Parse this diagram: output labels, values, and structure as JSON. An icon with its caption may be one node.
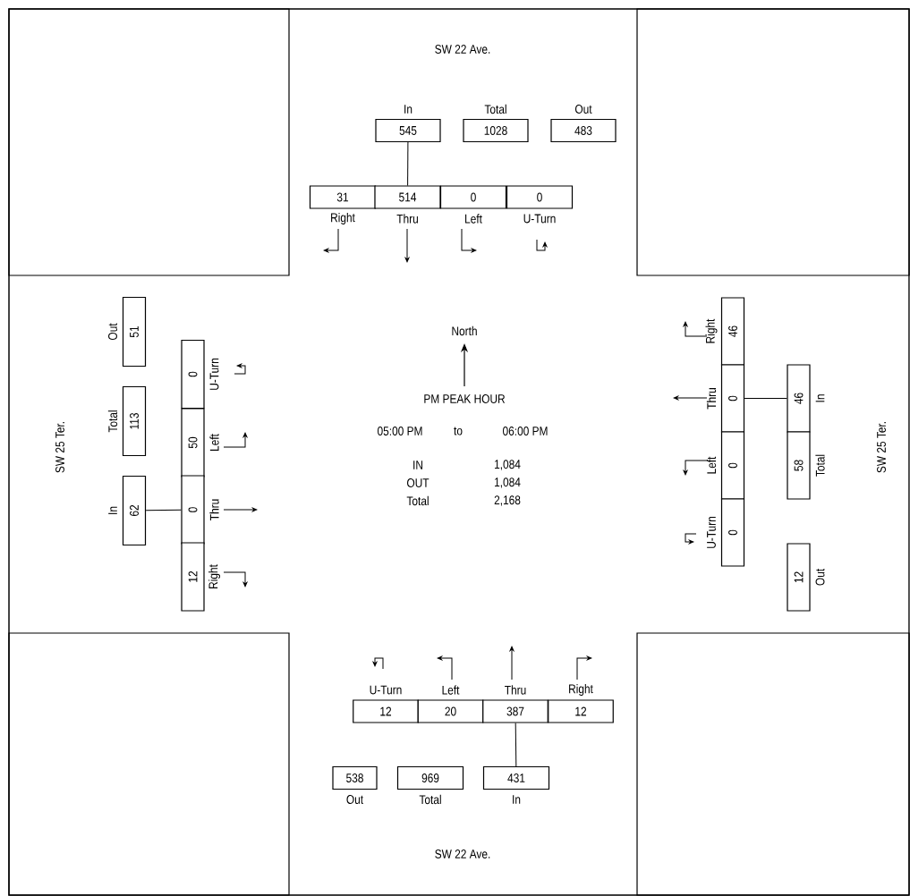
{
  "diagram": {
    "nodes": [
      {
        "text": [
          "In",
          "545"
        ]
      },
      {
        "text": [
          "Total",
          "1028"
        ]
      },
      {
        "text": [
          "Out",
          "483"
        ]
      },
      {
        "text": [
          "31",
          "Right"
        ]
      },
      {
        "text": [
          "514",
          "Thru"
        ]
      },
      {
        "text": [
          "0",
          "Left"
        ]
      },
      {
        "text": [
          "0",
          "U-Turn"
        ]
      },
      {
        "text": [
          "Out",
          "51"
        ]
      },
      {
        "text": [
          "Total",
          "113"
        ]
      },
      {
        "text": [
          "In",
          "62"
        ]
      },
      {
        "text": [
          "0",
          "U-Turn"
        ]
      },
      {
        "text": [
          "50",
          "Left"
        ]
      },
      {
        "text": [
          "0",
          "Thru"
        ]
      },
      {
        "text": [
          "12",
          "Right"
        ]
      },
      {
        "text": [
          "Right",
          "46"
        ]
      },
      {
        "text": [
          "Thru",
          "0"
        ]
      },
      {
        "text": [
          "46",
          "In"
        ]
      },
      {
        "text": [
          "Left",
          "0"
        ]
      },
      {
        "text": [
          "58",
          "Total"
        ]
      },
      {
        "text": [
          "U-Turn",
          "0"
        ]
      },
      {
        "text": [
          "12",
          "Out"
        ]
      },
      {
        "text": [
          "U-Turn",
          "12"
        ]
      },
      {
        "text": [
          "Left",
          "20"
        ]
      },
      {
        "text": [
          "Thru",
          "387"
        ]
      },
      {
        "text": [
          "Right",
          "12"
        ]
      },
      {
        "text": [
          "538",
          "Out"
        ]
      },
      {
        "text": [
          "969",
          "Total"
        ]
      },
      {
        "text": [
          "431",
          "In"
        ]
      }
    ],
    "edges": [
      {
        "from": 0,
        "to": 4,
        "arrow": "none"
      },
      {
        "from": 9,
        "to": 12,
        "arrow": "none"
      },
      {
        "from": 16,
        "to": 15,
        "arrow": "none"
      },
      {
        "from": 23,
        "to": 27,
        "arrow": "none"
      }
    ],
    "labels": [
      "SW 22 Ave.",
      "SW 25 Ter.",
      "North",
      "PM PEAK HOUR",
      "05:00 PM",
      "to",
      "06:00 PM",
      "IN",
      "1,084",
      "OUT",
      "1,084",
      "Total",
      "2,168",
      "SW 25 Ter.",
      "SW 22 Ave."
    ]
  }
}
